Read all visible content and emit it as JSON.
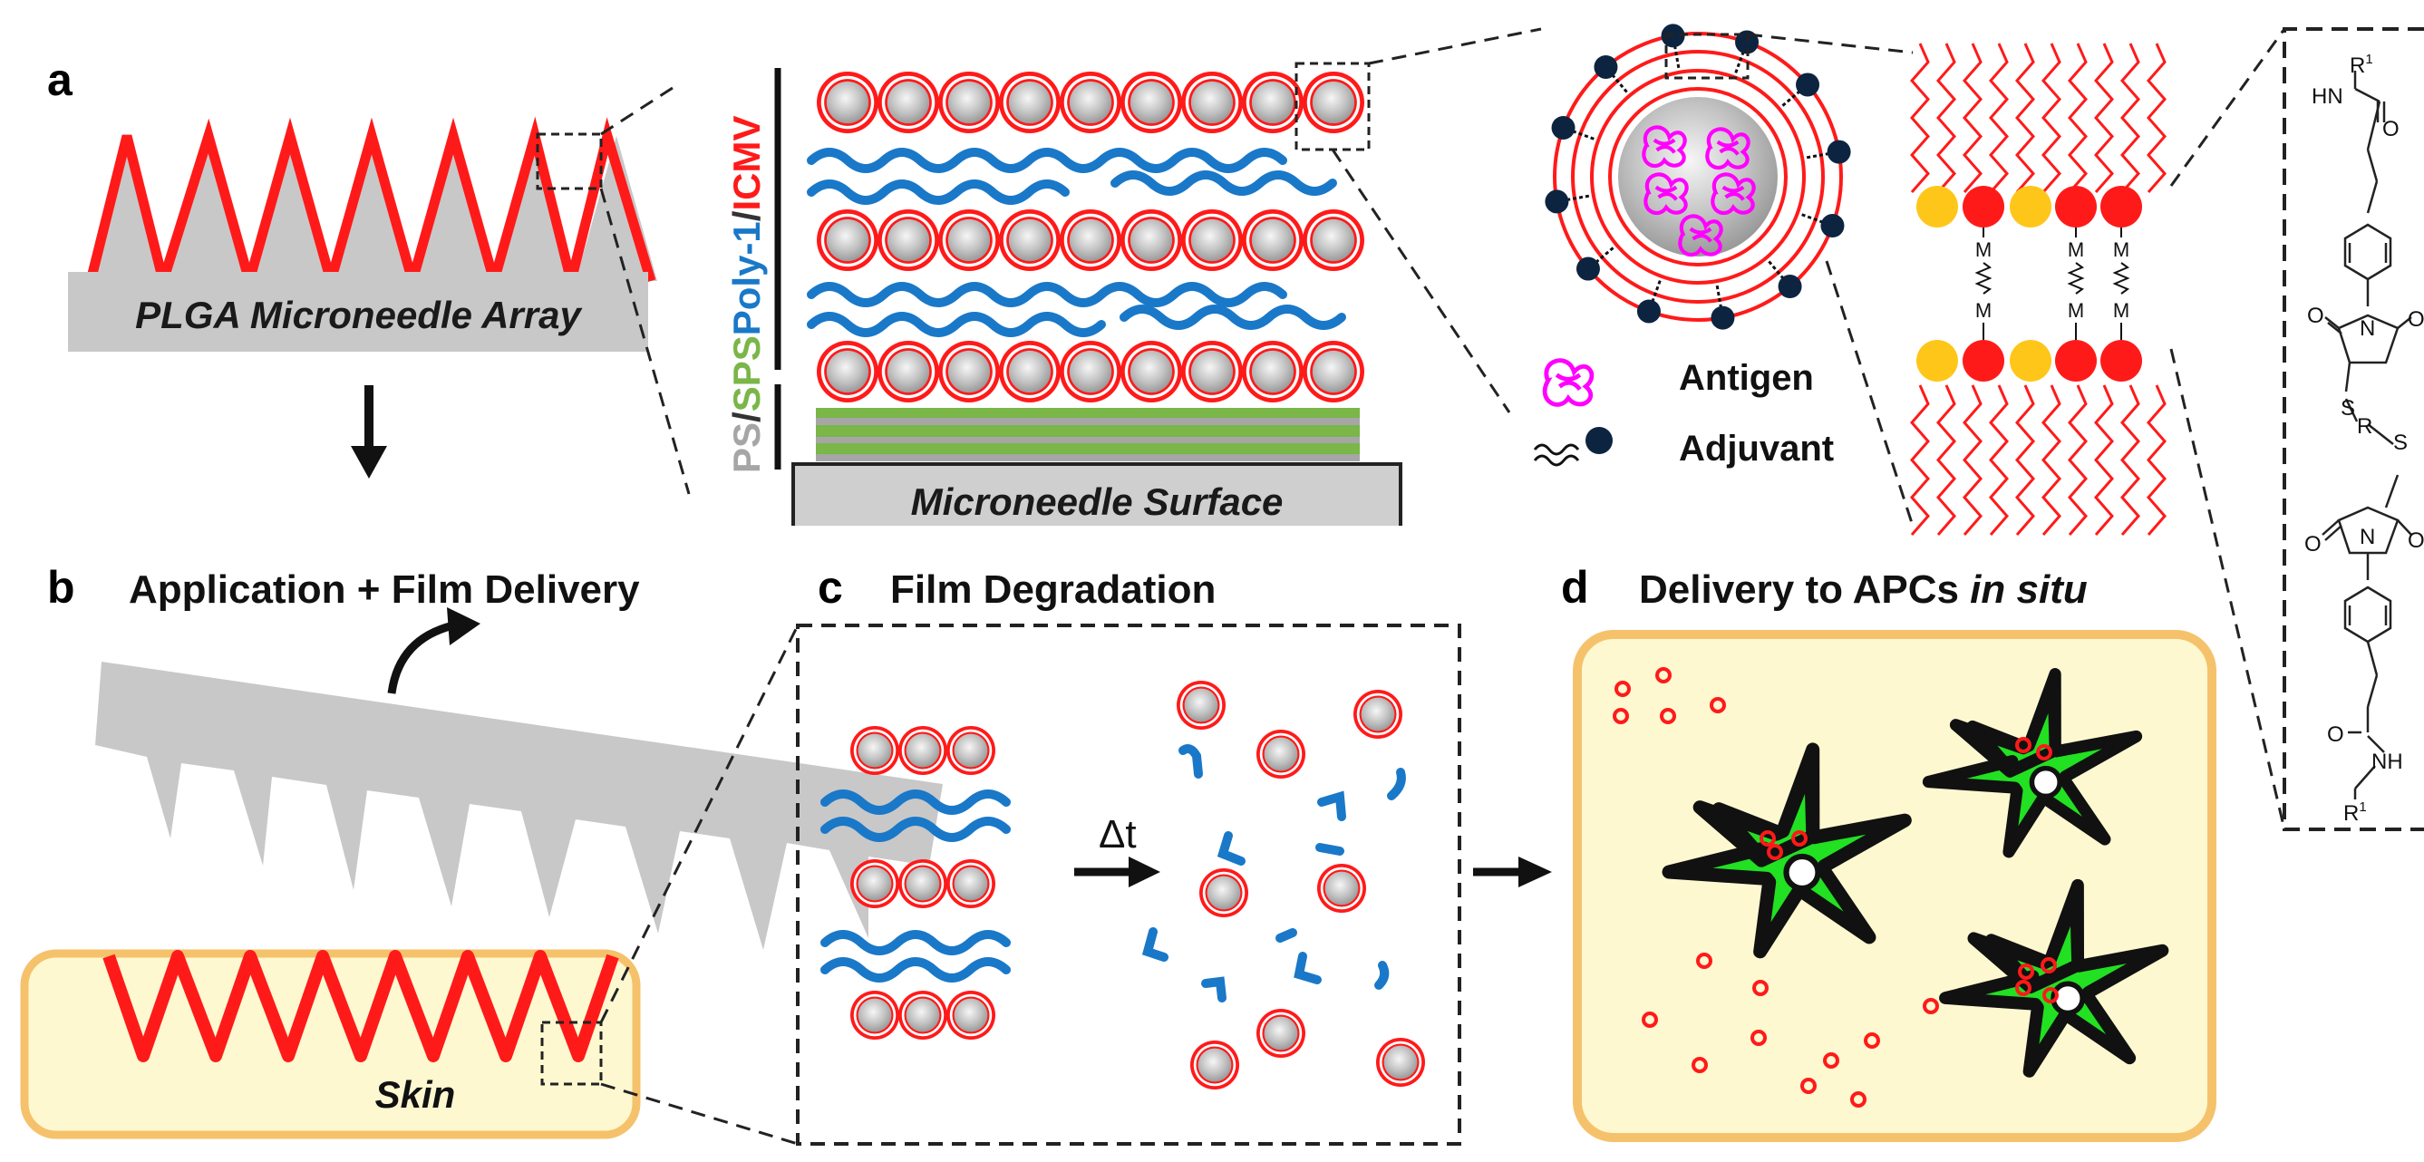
{
  "panels": {
    "a": {
      "letter": "a",
      "array_label": "PLGA Microneedle Array",
      "surface_label": "Microneedle Surface"
    },
    "b": {
      "letter": "b",
      "title": "Application + Film Delivery",
      "skin_label": "Skin"
    },
    "c": {
      "letter": "c",
      "title": "Film Degradation",
      "time_label": "Δt"
    },
    "d": {
      "letter": "d",
      "title_prefix": "Delivery to APCs ",
      "title_italic": "in situ"
    }
  },
  "layer_label": {
    "ps": "PS",
    "sep1": "/",
    "sps": "SPS",
    "poly": "Poly-1",
    "sep2": "/",
    "icmv": "ICMV"
  },
  "legend": {
    "antigen": "Antigen",
    "adjuvant": "Adjuvant"
  },
  "chem": {
    "m": "M",
    "hn": "HN",
    "nh": "NH",
    "r1": "R",
    "sup1": "1",
    "n": "N",
    "o": "O",
    "s": "S",
    "r": "R"
  },
  "colors": {
    "needle_red": "#ff1a1a",
    "gray": "#c8c8c8",
    "poly_blue": "#1a78c8",
    "sps_green": "#7ab648",
    "skin_fill": "#fdf8d0",
    "skin_border": "#f5c26b",
    "cell_green": "#22e022",
    "antigen_magenta": "#ff00ff",
    "adjuvant_navy": "#0d2440",
    "head_yellow": "#ffc61a"
  }
}
